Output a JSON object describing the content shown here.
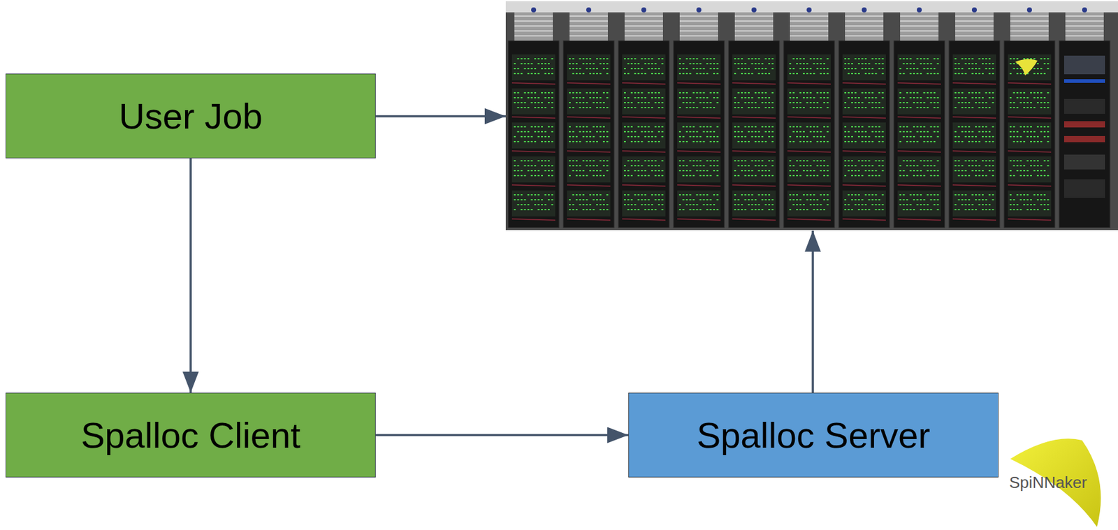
{
  "diagram": {
    "nodes": [
      {
        "text": [
          "User Job"
        ]
      },
      {
        "text": [
          "Spalloc Client"
        ]
      },
      {
        "text": [
          "Spalloc Server"
        ]
      }
    ],
    "edges": [
      {
        "from": 0,
        "to": 1,
        "arrow": "to"
      },
      {
        "from": 1,
        "to": 2,
        "arrow": "to"
      }
    ],
    "labels": [
      "SpiNNaker"
    ]
  }
}
